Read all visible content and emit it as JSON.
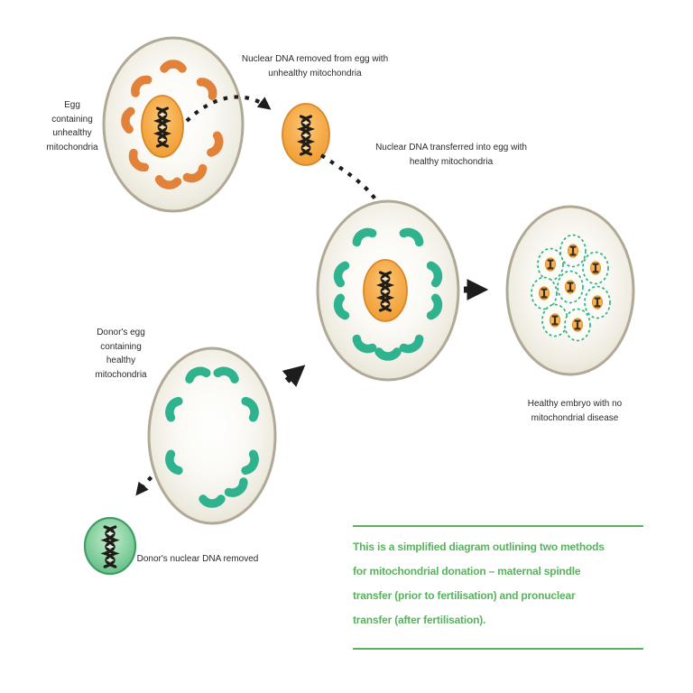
{
  "diagram": {
    "egg_unhealthy": {
      "label": "Egg containing unhealthy mitochondria"
    },
    "step_remove": {
      "label": "Nuclear DNA removed from egg with unhealthy mitochondria"
    },
    "step_transfer": {
      "label": "Nuclear DNA transferred into egg with healthy mitochondria"
    },
    "donor_egg": {
      "label": "Donor's egg containing healthy mitochondria"
    },
    "donor_dna": {
      "label": "Donor's nuclear DNA removed"
    },
    "embryo": {
      "label": "Healthy embryo with no mitochondrial disease"
    }
  },
  "caption": {
    "lines": [
      "This is a simplified diagram outlining two methods",
      "for mitochondrial donation – maternal spindle",
      "transfer (prior to fertilisation) and pronuclear",
      "transfer (after fertilisation)."
    ]
  },
  "icons": {
    "dna": "double-helix",
    "mitochondrion": "crescent-organelle",
    "solid_arrow": "black-triangle-arrow",
    "dashed_arrow": "dotted-curved-arrow"
  },
  "colors": {
    "orange_mitochondria": "#e2823a",
    "teal_mitochondria": "#2fb28e",
    "nucleus_border": "#d8872b",
    "egg_border": "#b1a995",
    "donor_dna_border": "#3f9e63",
    "caption_green": "#57b35c",
    "label_text": "#2b2a28",
    "arrow_black": "#1d1d1b"
  }
}
